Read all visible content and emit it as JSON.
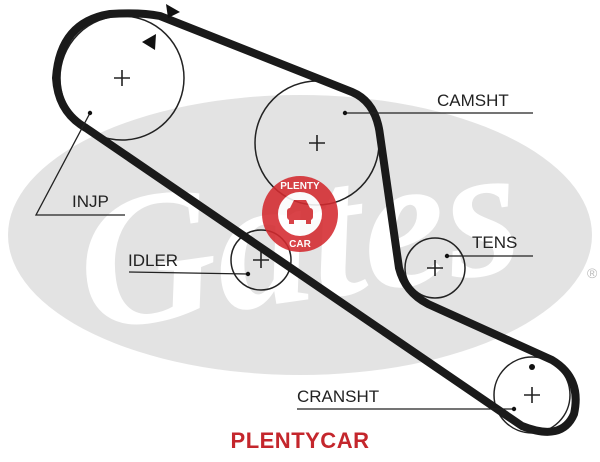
{
  "diagram": {
    "title": "Timing belt routing",
    "labels": {
      "injp": "INJP",
      "camsht": "CAMSHT",
      "idler": "IDLER",
      "tens": "TENS",
      "cransht": "CRANSHT"
    },
    "watermark_logo": "Gates",
    "registered_mark": "®",
    "stamp": {
      "top": "PLENTY",
      "bottom": "CAR"
    },
    "footer_brand": "PLENTYCAR"
  },
  "colors": {
    "belt": "#1a1a1a",
    "watermark": "#e2e2e2",
    "brand_red": "#c4262c"
  }
}
